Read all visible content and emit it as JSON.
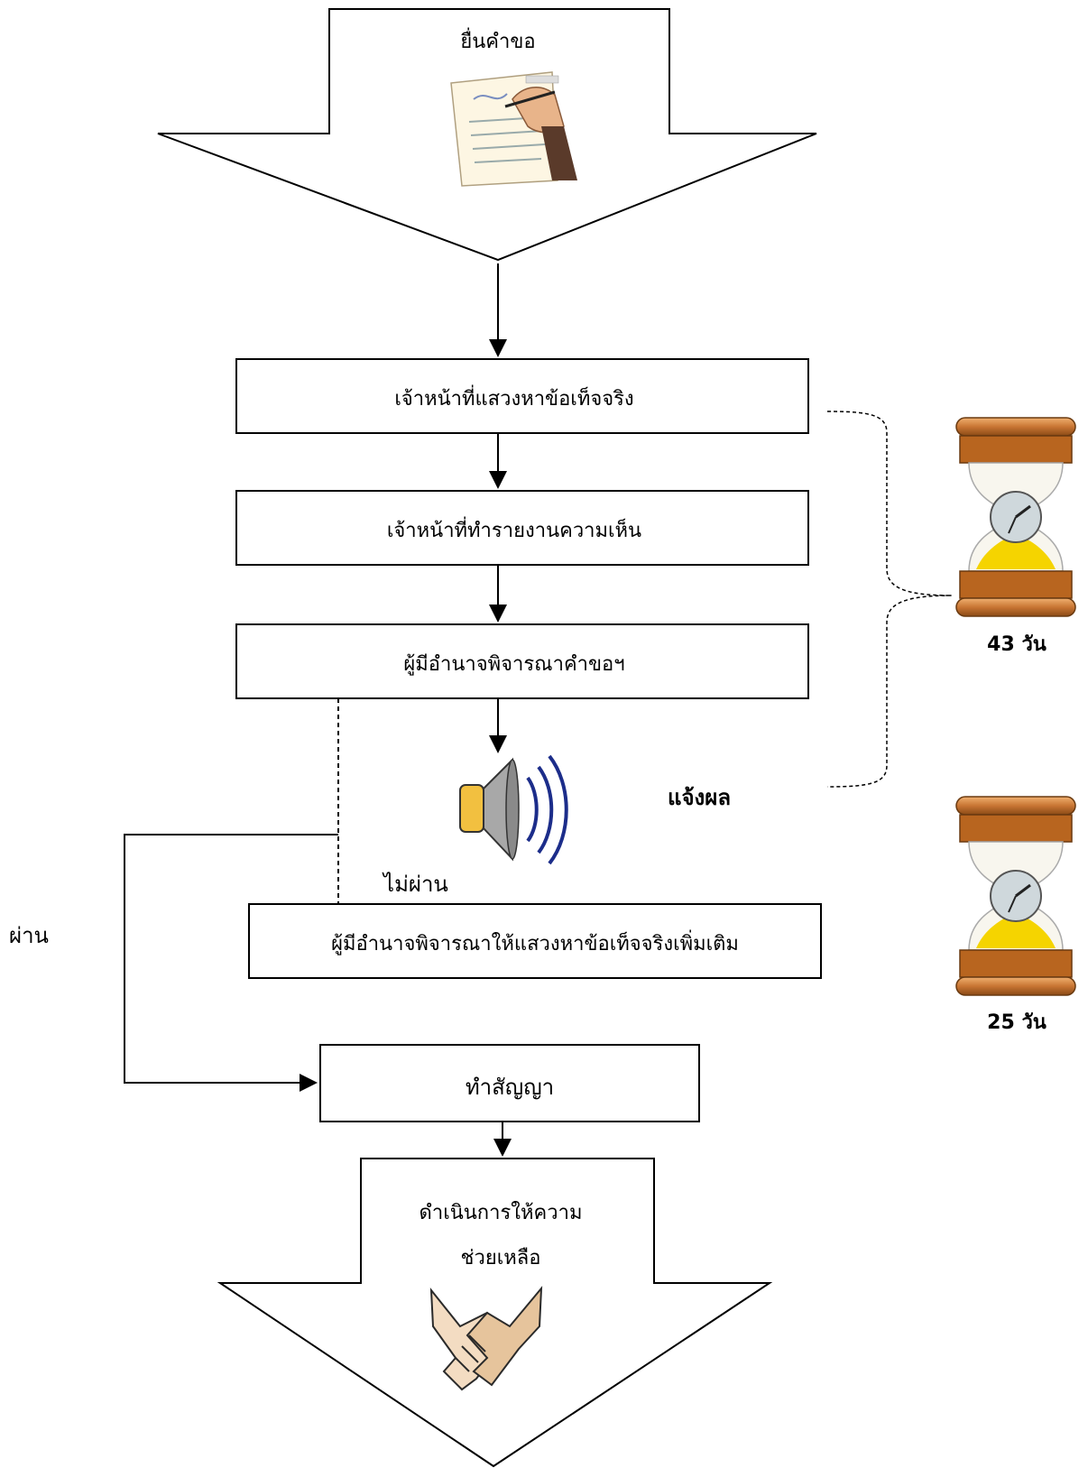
{
  "flow": {
    "submit_label": "ยื่นคำขอ",
    "step_fact_finding": "เจ้าหน้าที่แสวงหาข้อเท็จจริง",
    "step_report": "เจ้าหน้าที่ทำรายงานความเห็น",
    "step_consider": "ผู้มีอำนาจพิจารณาคำขอฯ",
    "notify_label": "แจ้งผล",
    "fail_label": "ไม่ผ่าน",
    "pass_label": "ผ่าน",
    "step_more_facts": "ผู้มีอำนาจพิจารณาให้แสวงหาข้อเท็จจริงเพิ่มเติม",
    "step_contract": "ทำสัญญา",
    "final_line1": "ดำเนินการให้ความ",
    "final_line2": "ช่วยเหลือ"
  },
  "timers": {
    "first_duration": "43 วัน",
    "second_duration": "25 วัน"
  },
  "icons": [
    "writing-hand-icon",
    "speaker-icon",
    "hourglass-icon",
    "handshake-icon"
  ],
  "colors": {
    "line": "#000000",
    "hourglass_cap": "#c87533",
    "hourglass_sand": "#f5d400",
    "clock_face": "#cfd8dc"
  }
}
